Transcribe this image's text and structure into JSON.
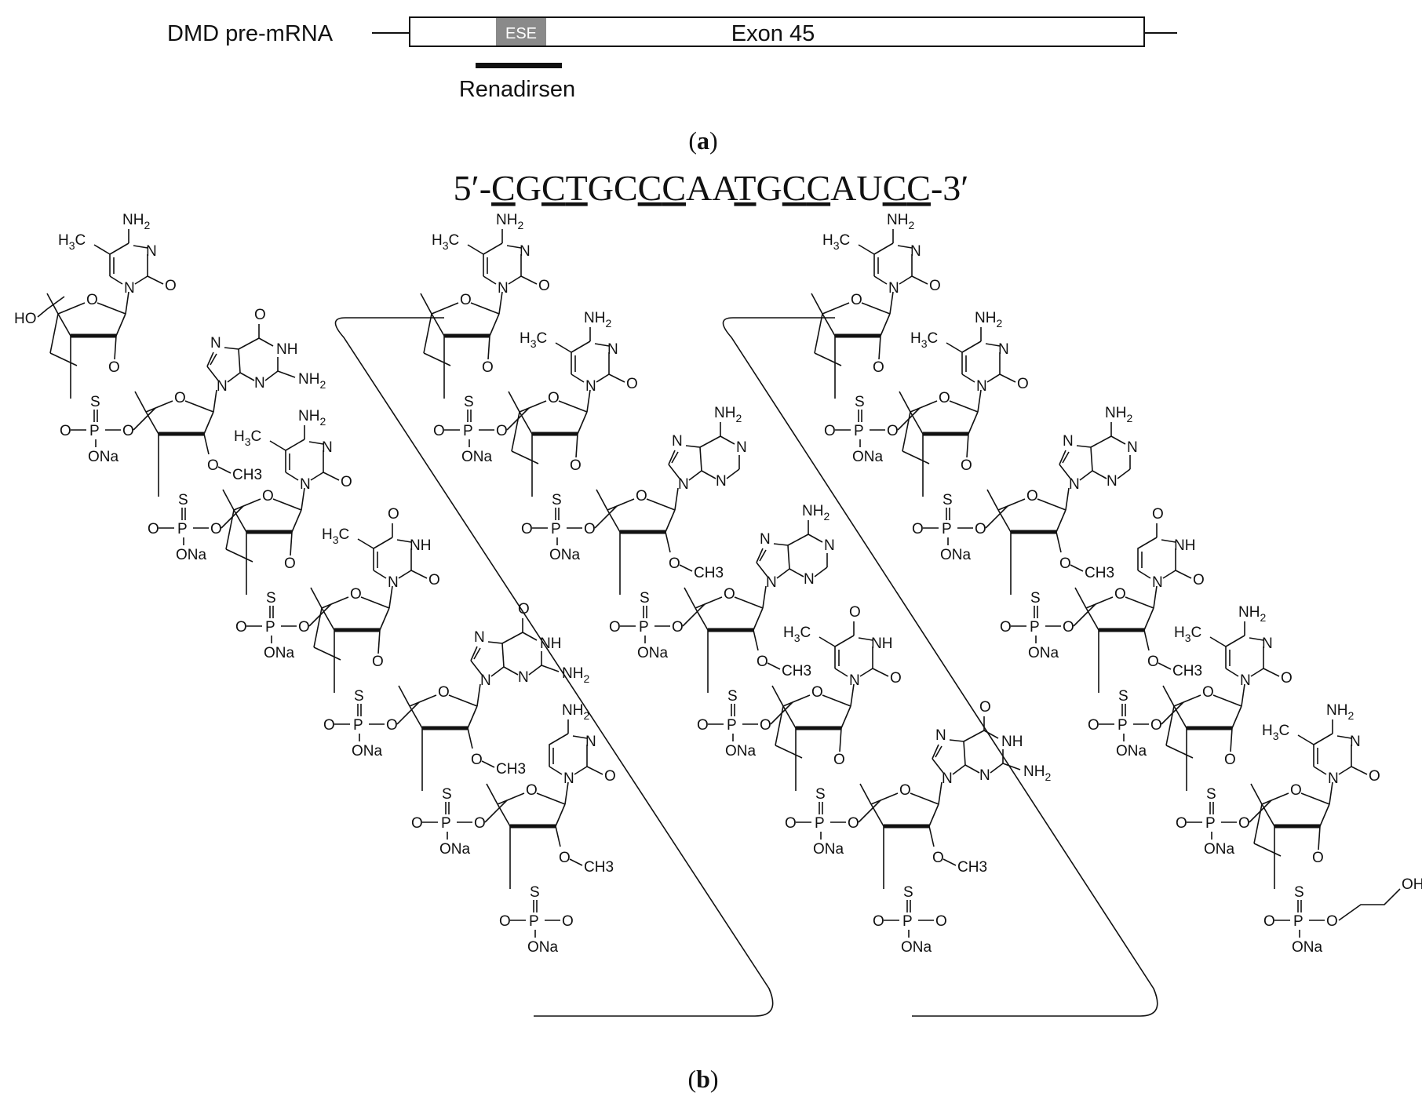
{
  "panel_a": {
    "gene_label": "DMD pre-mRNA",
    "ese_label": "ESE",
    "exon_label": "Exon 45",
    "oligo_label": "Renadirsen",
    "caption": "a"
  },
  "panel_b": {
    "sequence_prefix": "5′-",
    "sequence_suffix": "-3′",
    "sequence": [
      {
        "ch": "C",
        "u": true
      },
      {
        "ch": "G",
        "u": false
      },
      {
        "ch": "C",
        "u": true
      },
      {
        "ch": "T",
        "u": true
      },
      {
        "ch": "G",
        "u": false
      },
      {
        "ch": "C",
        "u": false
      },
      {
        "ch": "C",
        "u": true
      },
      {
        "ch": "C",
        "u": true
      },
      {
        "ch": "A",
        "u": false
      },
      {
        "ch": "A",
        "u": false
      },
      {
        "ch": "T",
        "u": true
      },
      {
        "ch": "G",
        "u": false
      },
      {
        "ch": "C",
        "u": true
      },
      {
        "ch": "C",
        "u": true
      },
      {
        "ch": "A",
        "u": false
      },
      {
        "ch": "U",
        "u": false
      },
      {
        "ch": "C",
        "u": true
      },
      {
        "ch": "C",
        "u": true
      }
    ],
    "caption": "b",
    "residues": [
      {
        "base": "5meC",
        "sugar": "ENA"
      },
      {
        "base": "G",
        "sugar": "OMe"
      },
      {
        "base": "5meC",
        "sugar": "ENA"
      },
      {
        "base": "T",
        "sugar": "ENA"
      },
      {
        "base": "G",
        "sugar": "OMe"
      },
      {
        "base": "C",
        "sugar": "OMe"
      },
      {
        "base": "5meC",
        "sugar": "ENA"
      },
      {
        "base": "5meC",
        "sugar": "ENA"
      },
      {
        "base": "A",
        "sugar": "OMe"
      },
      {
        "base": "A",
        "sugar": "OMe"
      },
      {
        "base": "T",
        "sugar": "ENA"
      },
      {
        "base": "G",
        "sugar": "OMe"
      },
      {
        "base": "5meC",
        "sugar": "ENA"
      },
      {
        "base": "5meC",
        "sugar": "ENA"
      },
      {
        "base": "A",
        "sugar": "OMe"
      },
      {
        "base": "U",
        "sugar": "OMe"
      },
      {
        "base": "5meC",
        "sugar": "ENA"
      },
      {
        "base": "5meC",
        "sugar": "ENA"
      }
    ],
    "atom_labels": {
      "nh2": "NH2",
      "n": "N",
      "o": "O",
      "nh": "NH",
      "h3c": "H3C",
      "s": "S",
      "p": "P",
      "ona": "ONa",
      "och3": "OCH3",
      "ho": "HO",
      "oh": "OH"
    }
  }
}
